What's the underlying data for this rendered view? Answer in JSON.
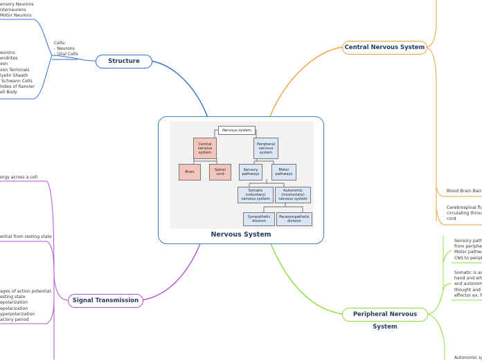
{
  "central": {
    "title": "Nervous System",
    "diagram": {
      "root": "Nervous system",
      "central": "Central\nnervous\nsystem",
      "brain": "Brain",
      "spinal": "Spinal\ncord",
      "peripheral": "Peripheral\nnervous\nsystem",
      "sensory": "Sensory\npathways",
      "motor": "Motor\npathways",
      "somatic": "Somatic\n(voluntary)\nnervous system",
      "autonomic": "Autonomic\n(involuntary)\nnervous system",
      "sympathetic": "Sympathetic\ndivision",
      "parasympathetic": "Parasympathetic\ndivision"
    }
  },
  "topics": {
    "structure": "Structure",
    "signal": "Signal Transmission",
    "cns": "Central Nervous System",
    "pns": "Peripheral Nervous System"
  },
  "structure_notes": {
    "neuron_types": "ensory Neurons\nnterneurons\nMotor Neurons",
    "cells": "Cells:\n- Neurons\n- Glial Cells",
    "neuron_parts": "eurons:\nendrites\nxon\nxon Terminals\nlyelin Sheath\n Schwann Cells\nlodes of Ranvier\nell Body"
  },
  "signal_notes": {
    "energy": "ergy across a cell",
    "potential": "ential from resting state",
    "stages": "ages of action potential:\nesting state\nepolarization\nepolarization\nyperpolarization\nactory period"
  },
  "cns_notes": {
    "bbb": "Blood Brain Barrie",
    "csf": "Cerebrospinal fluid\ncirculating through\ncord"
  },
  "pns_notes": {
    "pathways": "Sensory pathw\nfrom peripher\nMotor pathwa\nCNS to periph",
    "somatic": "Somatic is act\nhand and whe\nand autonomi\nthought and in\neffector ex. Re",
    "autonomic": "Autonomic sy"
  },
  "colors": {
    "structure": "#2f6fd6",
    "signal": "#b650d9",
    "cns": "#f2a23c",
    "pns": "#86e03a",
    "central_border": "#3b7fc4"
  }
}
